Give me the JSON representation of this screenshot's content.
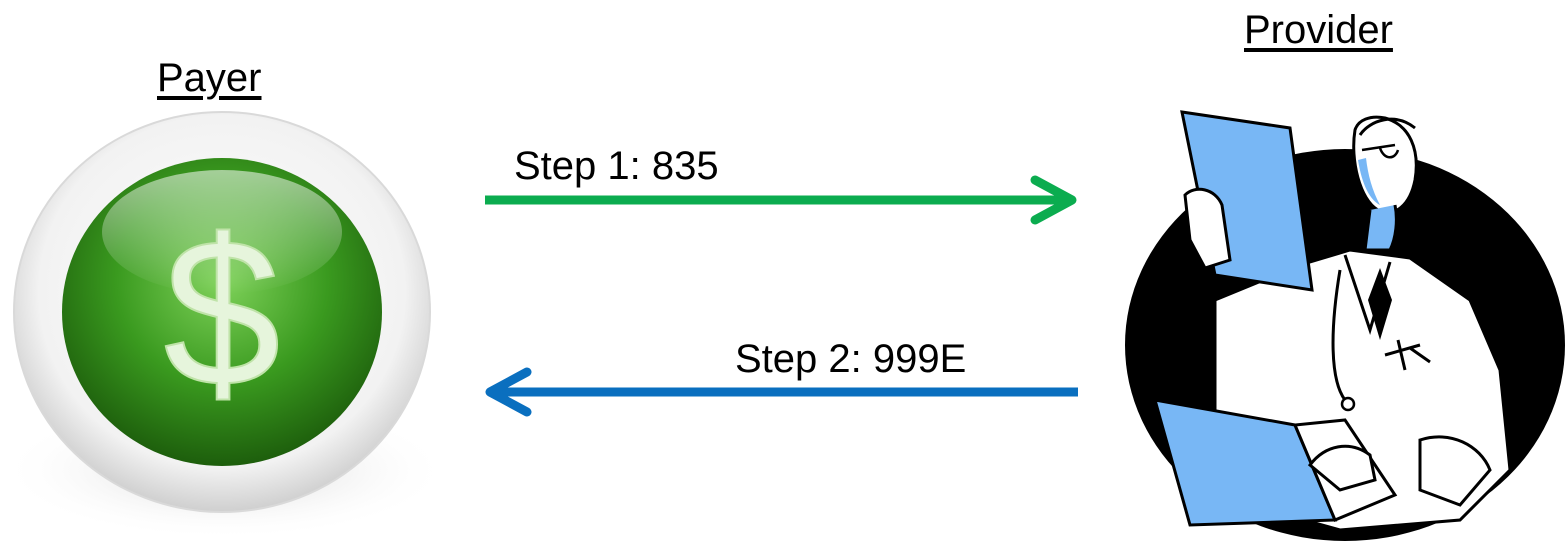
{
  "payer": {
    "title": "Payer"
  },
  "provider": {
    "title": "Provider"
  },
  "steps": [
    {
      "label": "Step 1: 835",
      "direction": "payer-to-provider",
      "color": "#0bac4f"
    },
    {
      "label": "Step 2: 999E",
      "direction": "provider-to-payer",
      "color": "#0a6fbf"
    }
  ],
  "icons": {
    "payer": "dollar-coin-icon",
    "provider": "doctor-with-laptop-icon",
    "payer_symbol": "$"
  }
}
